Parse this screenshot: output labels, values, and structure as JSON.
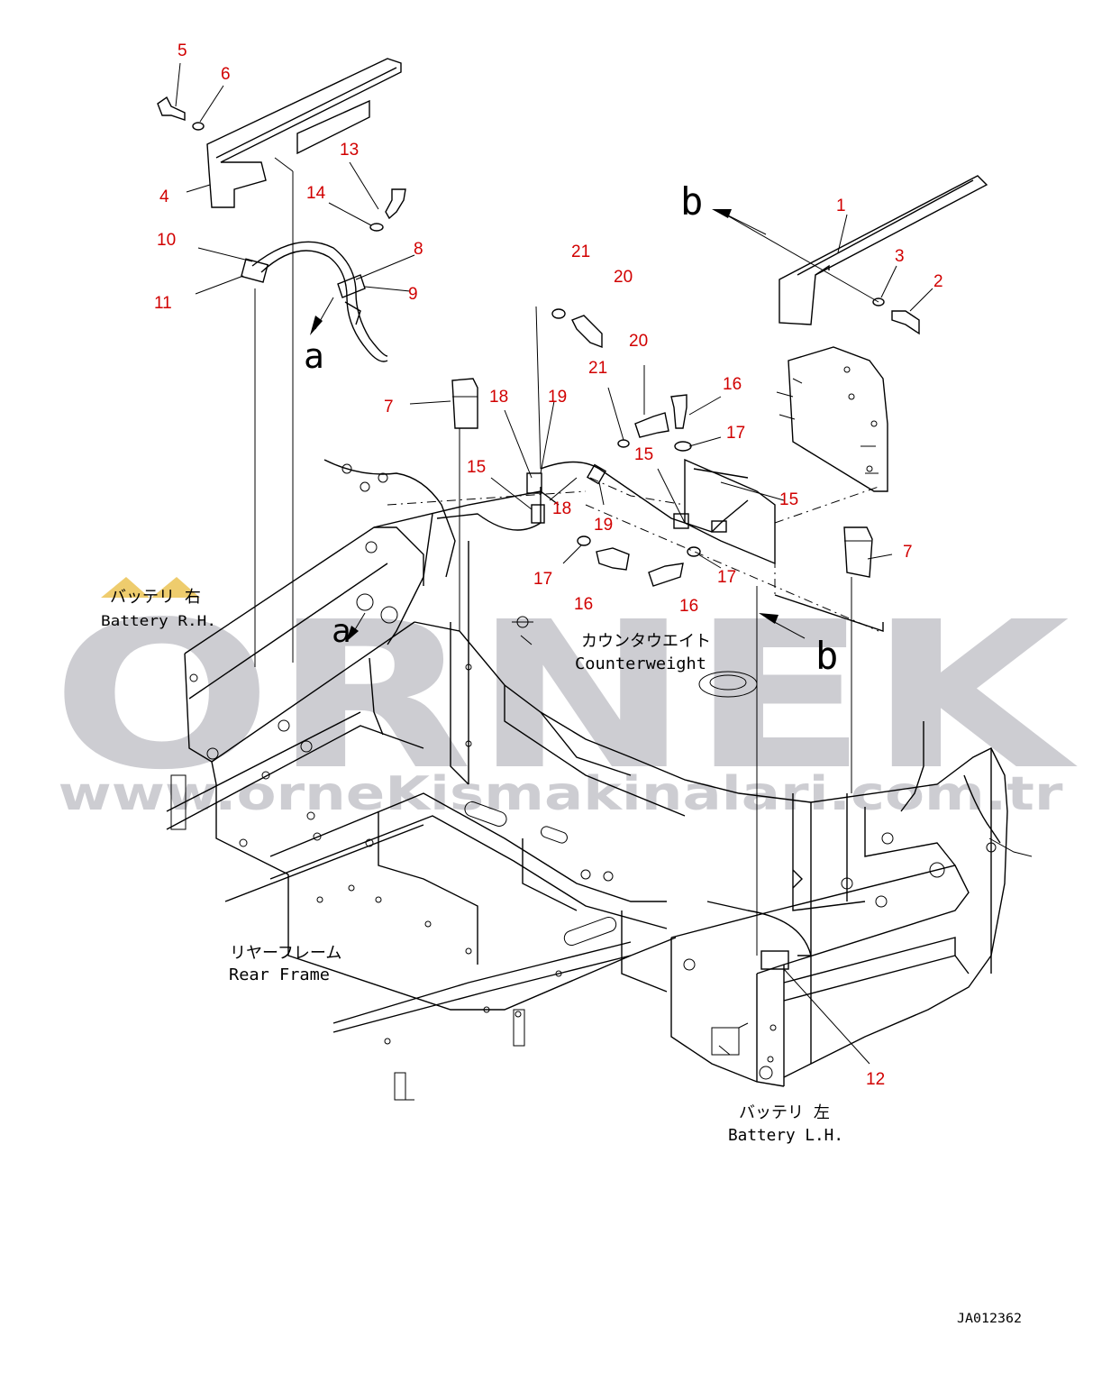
{
  "callouts": [
    {
      "id": "c1",
      "text": "1"
    },
    {
      "id": "c2",
      "text": "2"
    },
    {
      "id": "c3",
      "text": "3"
    },
    {
      "id": "c4",
      "text": "4"
    },
    {
      "id": "c5",
      "text": "5"
    },
    {
      "id": "c6",
      "text": "6"
    },
    {
      "id": "c7a",
      "text": "7"
    },
    {
      "id": "c7b",
      "text": "7"
    },
    {
      "id": "c8",
      "text": "8"
    },
    {
      "id": "c9",
      "text": "9"
    },
    {
      "id": "c10",
      "text": "10"
    },
    {
      "id": "c11",
      "text": "11"
    },
    {
      "id": "c12",
      "text": "12"
    },
    {
      "id": "c13",
      "text": "13"
    },
    {
      "id": "c14",
      "text": "14"
    },
    {
      "id": "c15a",
      "text": "15"
    },
    {
      "id": "c15b",
      "text": "15"
    },
    {
      "id": "c15c",
      "text": "15"
    },
    {
      "id": "c16a",
      "text": "16"
    },
    {
      "id": "c16b",
      "text": "16"
    },
    {
      "id": "c16c",
      "text": "16"
    },
    {
      "id": "c17a",
      "text": "17"
    },
    {
      "id": "c17b",
      "text": "17"
    },
    {
      "id": "c17c",
      "text": "17"
    },
    {
      "id": "c18a",
      "text": "18"
    },
    {
      "id": "c18b",
      "text": "18"
    },
    {
      "id": "c19a",
      "text": "19"
    },
    {
      "id": "c19b",
      "text": "19"
    },
    {
      "id": "c20a",
      "text": "20"
    },
    {
      "id": "c20b",
      "text": "20"
    },
    {
      "id": "c21a",
      "text": "21"
    },
    {
      "id": "c21b",
      "text": "21"
    }
  ],
  "view_letters": {
    "a": "a",
    "b": "b"
  },
  "labels": {
    "battery_rh_jp": "バッテリ 右",
    "battery_rh_en": "Battery R.H.",
    "counterweight_jp": "カウンタウエイト",
    "counterweight_en": "Counterweight",
    "rear_frame_jp": "リヤーフレーム",
    "rear_frame_en": "Rear Frame",
    "battery_lh_jp": "バッテリ 左",
    "battery_lh_en": "Battery L.H."
  },
  "drawing_code": "JA012362",
  "watermark": {
    "brand": "ORNEK",
    "url": "www.orneKismakinalari.com.tr"
  },
  "colors": {
    "callout": "#d10000",
    "watermark": "#9c9ca6",
    "watermark_accent": "#e8b730",
    "line": "#000000"
  }
}
